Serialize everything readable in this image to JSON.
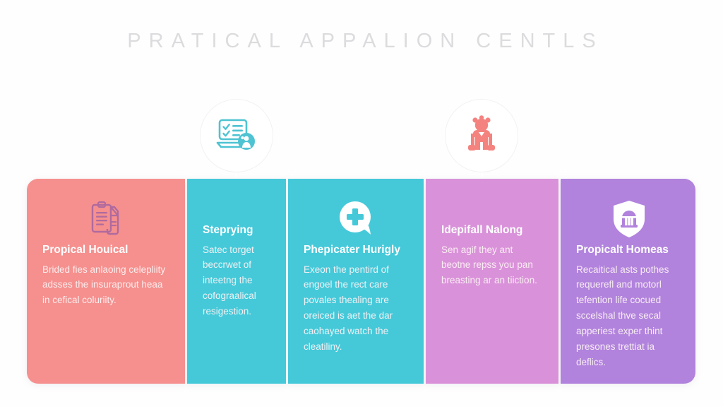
{
  "header": {
    "title": "PRATICAL APPALION CENTLS"
  },
  "colors": {
    "background": "#fefefe",
    "title_text": "#dcdcdf",
    "panel_coral": "#f5908e",
    "panel_teal": "#45c9d9",
    "panel_orchid": "#d992d9",
    "panel_purple": "#b183dd",
    "panel_text": "#ffffff",
    "badge_background": "#ffffff",
    "badge_icon_teal": "#4ec3d2",
    "badge_icon_coral": "#f4837f",
    "clipboard_icon": "#b06a9e"
  },
  "badges": [
    {
      "id": "badge-1",
      "icon_name": "laptop-checklist-user-icon",
      "icon_color": "#4ec3d2"
    },
    {
      "id": "badge-2",
      "icon_name": "person-figure-icon",
      "icon_color": "#f4837f"
    }
  ],
  "panels": [
    {
      "id": "panel-0",
      "color": "#f5908e",
      "icon_name": "clipboard-document-icon",
      "title": "Propical Houical",
      "body": "Brided fies anlaoing celepliity adsses the insuraprout heaa in cefical coluriity."
    },
    {
      "id": "panel-1",
      "color": "#45c9d9",
      "icon_name": "",
      "title": "Steprying",
      "body": "Satec torget beccrwet of inteetng the cofograalical resigestion."
    },
    {
      "id": "panel-2",
      "color": "#45c9d9",
      "icon_name": "medical-cross-bubble-icon",
      "title": "Phepicater Hurigly",
      "body": "Exeon the pentird of engoel the rect care povales thealing are oreiced is aet the dar caohayed watch the cleatiliny."
    },
    {
      "id": "panel-3",
      "color": "#d992d9",
      "icon_name": "",
      "title": "Idepifall Nalong",
      "body": "Sen agif they ant beotne repss you pan breasting ar an tiiction."
    },
    {
      "id": "panel-4",
      "color": "#b183dd",
      "icon_name": "shield-building-icon",
      "title": "Propicalt Homeas",
      "body": "Recaitical asts pothes requerefl and motorl tefention life cocued sccelshal thve secal apperiest exper thint presones trettiat ia deflics."
    }
  ]
}
